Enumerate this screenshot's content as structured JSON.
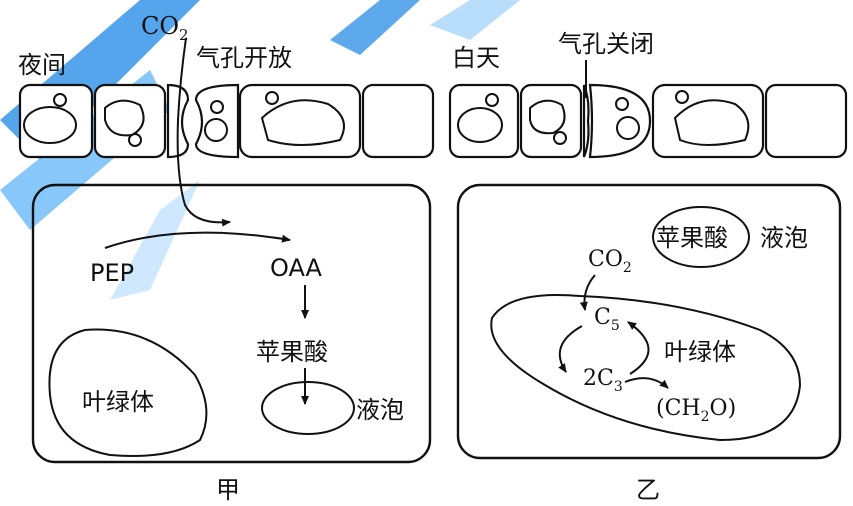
{
  "panel_left": {
    "time_label": "夜间",
    "co2_label": "CO",
    "co2_sub": "2",
    "stoma_label": "气孔开放",
    "pep_label": "PEP",
    "oaa_label": "OAA",
    "malic_label": "苹果酸",
    "chloroplast_label": "叶绿体",
    "vacuole_label": "液泡",
    "caption": "甲"
  },
  "panel_right": {
    "time_label": "白天",
    "stoma_label": "气孔关闭",
    "malic_label": "苹果酸",
    "vacuole_label": "液泡",
    "co2_label": "CO",
    "co2_sub": "2",
    "c5_label": "C",
    "c5_sub": "5",
    "c3_prefix": "2C",
    "c3_sub": "3",
    "chloroplast_label": "叶绿体",
    "ch2o_pre": "(CH",
    "ch2o_sub": "2",
    "ch2o_post": "O)",
    "caption": "乙"
  },
  "colors": {
    "line": "#111111",
    "watermark": "#1e88e5"
  }
}
